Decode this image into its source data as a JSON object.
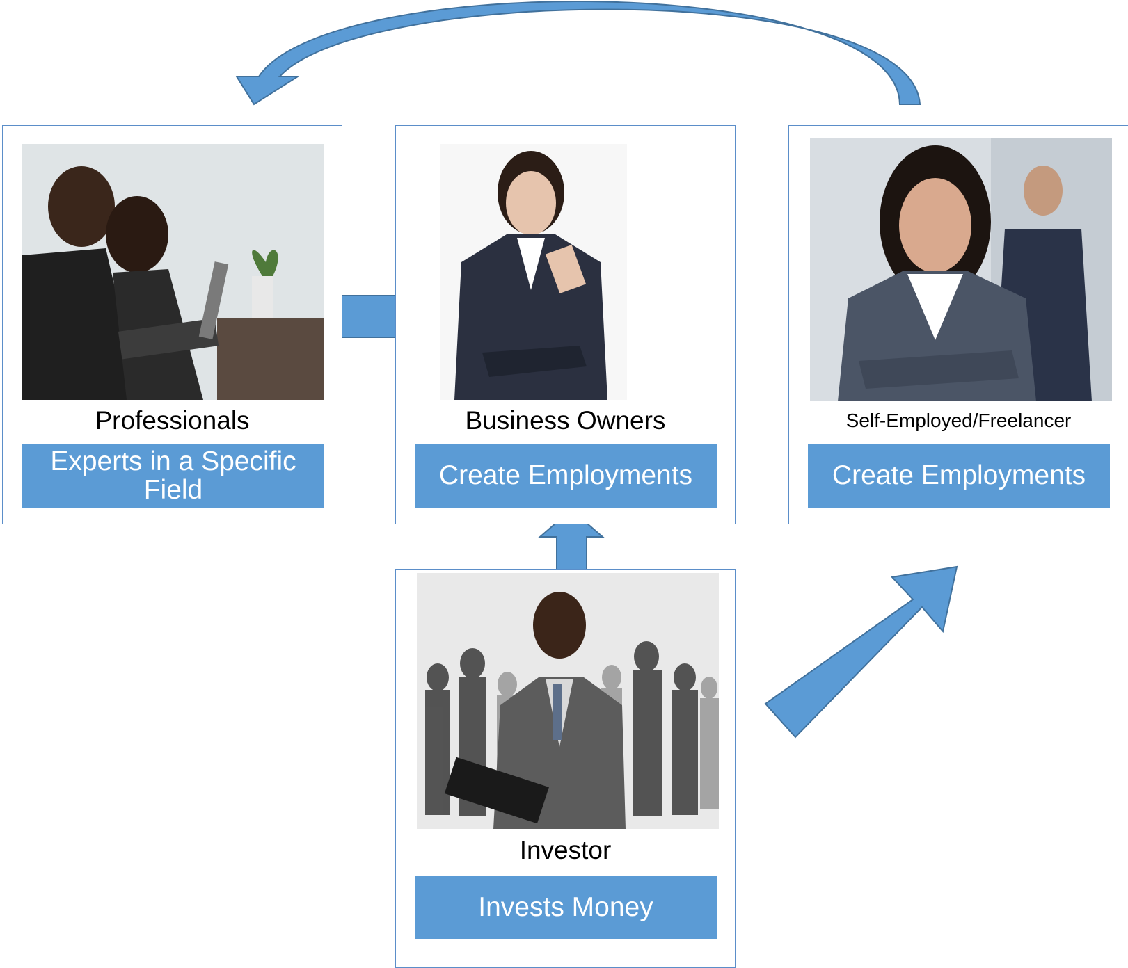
{
  "nodes": {
    "professionals": {
      "role": "Professionals",
      "tag": "Experts in a Specific Field",
      "photo": "professionals-photo"
    },
    "business_owners": {
      "role": "Business Owners",
      "tag": "Create Employments",
      "photo": "business-owner-photo"
    },
    "freelancer": {
      "role": "Self-Employed/Freelancer",
      "tag": "Create Employments",
      "photo": "freelancer-photo"
    },
    "investor": {
      "role": "Investor",
      "tag": "Invests Money",
      "photo": "investor-photo"
    }
  },
  "colors": {
    "accent": "#5b9bd5",
    "arrow_stroke": "#41719c",
    "card_border": "#5b8ec9"
  }
}
